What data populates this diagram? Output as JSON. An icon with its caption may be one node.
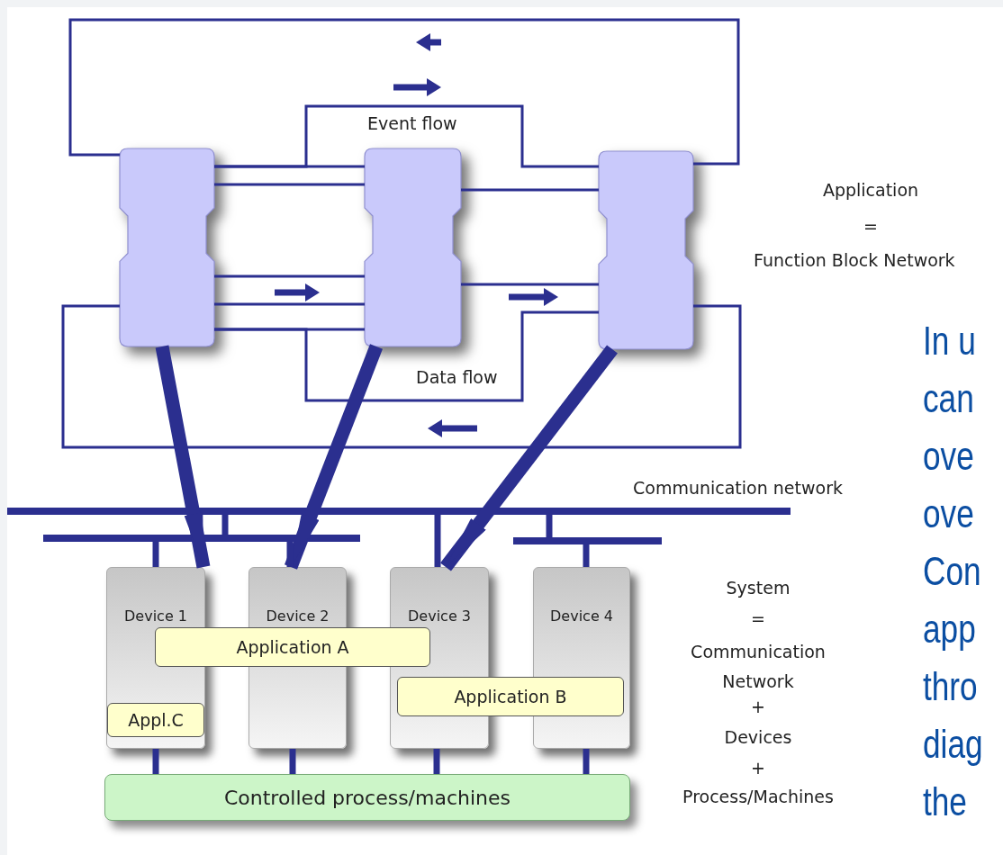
{
  "diagram": {
    "nodes": [
      {
        "text": [],
        "shape": "box"
      },
      {
        "text": [],
        "shape": "box"
      },
      {
        "text": [],
        "shape": "box"
      },
      {
        "text": [],
        "shape": "bar"
      },
      {
        "text": [],
        "shape": "bar"
      },
      {
        "text": [],
        "shape": "bar"
      },
      {
        "text": [
          "Device 1"
        ]
      },
      {
        "text": [
          "Device 2"
        ]
      },
      {
        "text": [
          "Device 3"
        ]
      },
      {
        "text": [
          "Device 4"
        ]
      },
      {
        "text": [
          "Application A"
        ]
      },
      {
        "text": [
          "Appl.C"
        ],
        "in": 6
      },
      {
        "text": [
          "Application B"
        ]
      },
      {
        "text": [
          "Controlled process/machines"
        ]
      }
    ],
    "edges": [
      {
        "from": 0,
        "to": 2,
        "arrow": "none"
      },
      {
        "from": 0,
        "to": 1,
        "arrow": "none"
      },
      {
        "from": 0,
        "to": 2,
        "arrow": "none"
      },
      {
        "from": 0,
        "to": 1,
        "arrow": "none"
      },
      {
        "from": 1,
        "to": 2,
        "arrow": "none"
      },
      {
        "from": 0,
        "to": 1,
        "arrow": "none"
      },
      {
        "from": 0,
        "to": 1,
        "arrow": "none"
      },
      {
        "from": 0,
        "to": 1,
        "arrow": "none"
      },
      {
        "from": 0,
        "to": 2,
        "arrow": "none"
      },
      {
        "from": 1,
        "to": 2,
        "arrow": "none"
      },
      {
        "from": 0,
        "to": 2,
        "arrow": "none"
      },
      {
        "from": 0,
        "to": 6,
        "arrow": "to",
        "style": "thick"
      },
      {
        "from": 1,
        "to": 7,
        "arrow": "to",
        "style": "thick"
      },
      {
        "from": 2,
        "to": 8,
        "arrow": "to",
        "style": "thick"
      },
      {
        "from": 3,
        "to": 4,
        "arrow": "none"
      },
      {
        "from": 3,
        "to": 5,
        "arrow": "none"
      },
      {
        "from": 4,
        "to": 6,
        "arrow": "none"
      },
      {
        "from": 4,
        "to": 7,
        "arrow": "none"
      },
      {
        "from": 3,
        "to": 8,
        "arrow": "none"
      },
      {
        "from": 5,
        "to": 9,
        "arrow": "none"
      },
      {
        "from": 6,
        "to": 13,
        "arrow": "none"
      },
      {
        "from": 7,
        "to": 13,
        "arrow": "none"
      },
      {
        "from": 8,
        "to": 13,
        "arrow": "none"
      },
      {
        "from": 9,
        "to": 13,
        "arrow": "none"
      }
    ],
    "labels": [
      "Event flow",
      "Application",
      "=",
      "Function Block Network",
      "Data flow",
      "Communication network",
      "System",
      "=",
      "Communication Network",
      "+",
      "Devices",
      "+",
      "Process/Machines",
      "In u",
      "can",
      "ove",
      "ove",
      "Con",
      "app",
      "thro",
      "diag",
      "the"
    ]
  }
}
